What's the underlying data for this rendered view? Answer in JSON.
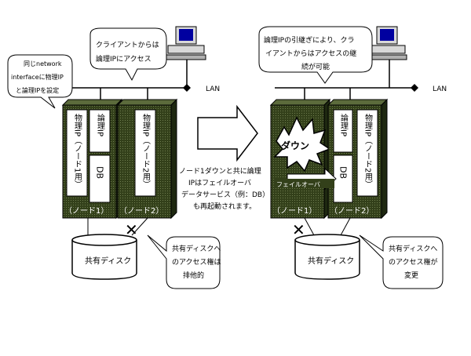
{
  "lan_label": "LAN",
  "before": {
    "callout_client": [
      "クライアントからは",
      "論理IPにアクセス"
    ],
    "callout_nic": [
      "同じnetwork",
      "interfaceに物理IP",
      "と論理IPを設定"
    ],
    "node1_physical_ip": "物理IP（ノード1用）",
    "node1_logical_ip": "論理IP",
    "node1_db": "DB",
    "node2_physical_ip": "物理IP（ノード2用）",
    "node1_label": "（ノード1）",
    "node2_label": "（ノード2）",
    "disk_label": "共有ディスク",
    "callout_disk": [
      "共有ディスクへ",
      "のアクセス権は",
      "排他的"
    ]
  },
  "transition": [
    "ノード1ダウンと共に論理",
    "IPはフェイルオーバ",
    "データサービス（例：DB）",
    "も再起動されます。"
  ],
  "after": {
    "callout_client": [
      "論理IPの引継ぎにより、クラ",
      "イアントからはアクセスの継",
      "続が可能"
    ],
    "down_label": "ダウン",
    "failover_label": "フェイルオーバ",
    "node2_physical_ip": "物理IP（ノード2用）",
    "node2_logical_ip": "論理IP",
    "node2_db": "DB",
    "node1_label": "（ノード1）",
    "node2_label": "（ノード2）",
    "disk_label": "共有ディスク",
    "callout_disk": [
      "共有ディスクへ",
      "のアクセス権が",
      "変更"
    ]
  },
  "colors": {
    "node_fill": "#33401a",
    "node_dark": "#1e2810",
    "node_light": "#5c6b3c",
    "panel": "#ffffff",
    "ink": "#000000"
  }
}
